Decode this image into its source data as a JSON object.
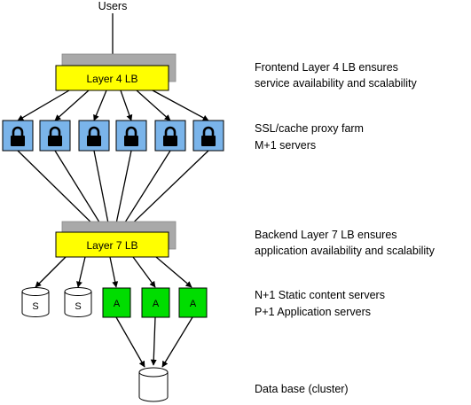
{
  "top_label": "Users",
  "layer4_label": "Layer 4 LB",
  "layer7_label": "Layer 7 LB",
  "proxy_icon": "lock-icon",
  "static_label": "S",
  "app_label": "A",
  "descriptions": {
    "frontend": [
      "Frontend Layer 4 LB ensures",
      "service availability and scalability"
    ],
    "proxy": [
      "SSL/cache proxy farm",
      "M+1 servers"
    ],
    "backend": [
      "Backend Layer 7 LB ensures",
      "application availability and scalability"
    ],
    "servers": [
      "N+1 Static content servers",
      "P+1 Application servers"
    ],
    "database": [
      "Data base (cluster)"
    ]
  },
  "colors": {
    "lb_fill": "#ffff00",
    "lb_shadow": "#a9a9a9",
    "proxy_fill": "#7ab4ea",
    "app_fill": "#00dd00",
    "static_fill": "#ffffff"
  }
}
